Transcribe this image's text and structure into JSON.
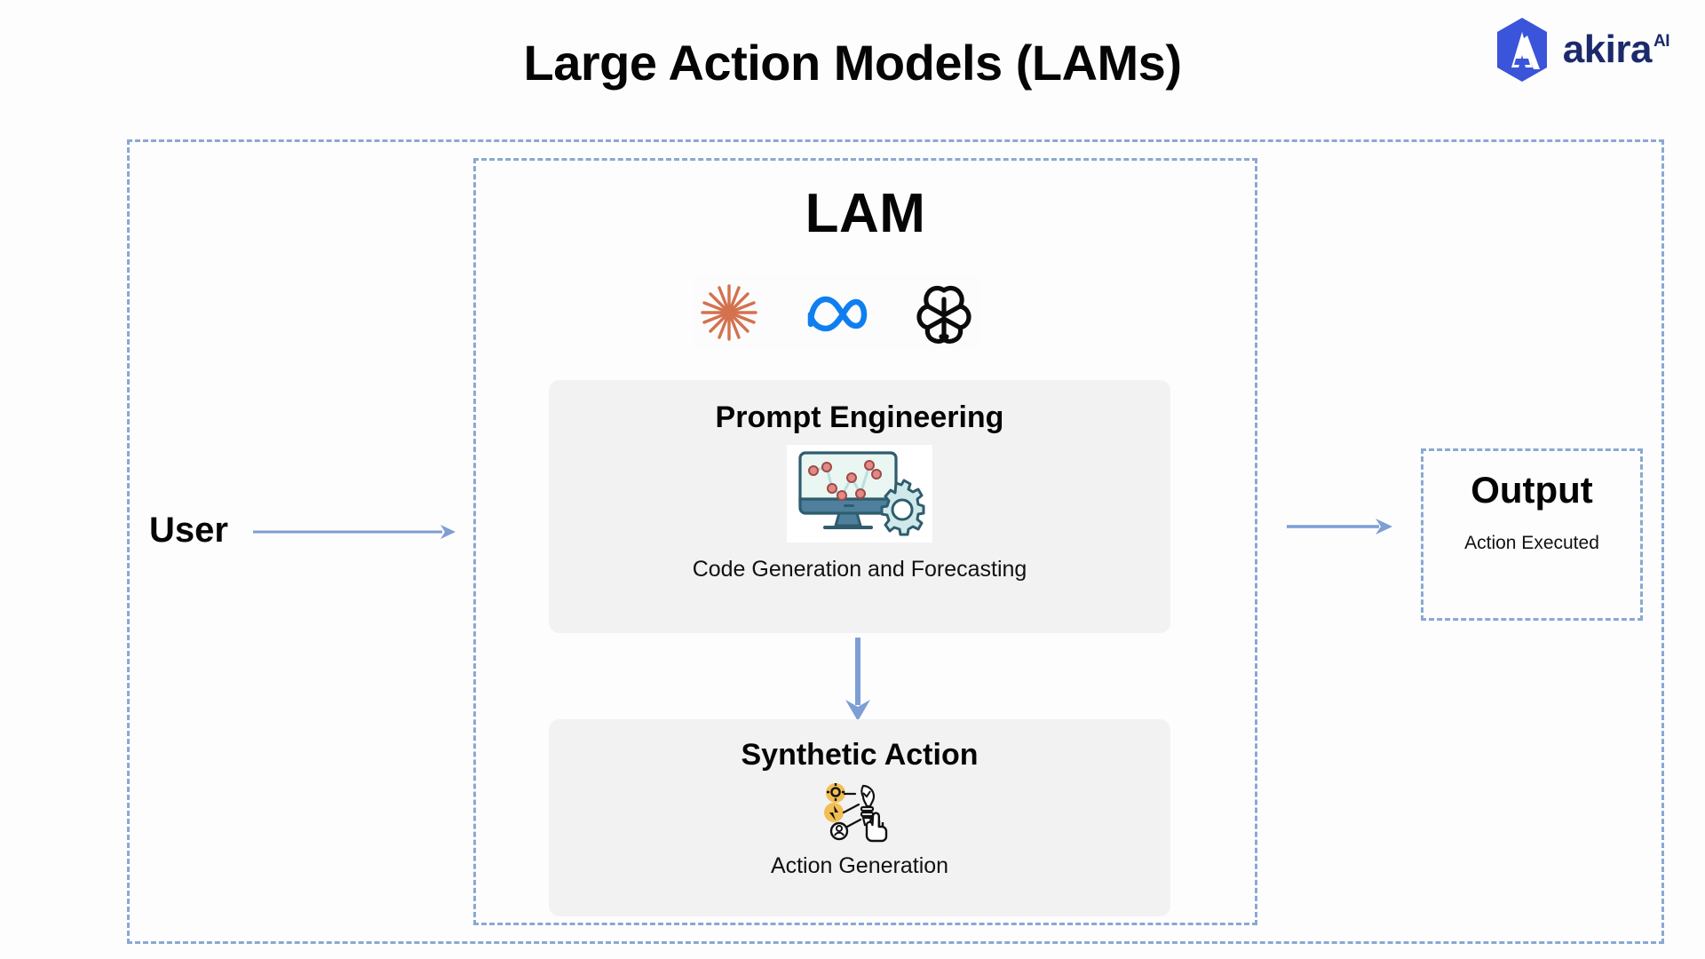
{
  "page": {
    "title": "Large Action Models (LAMs)",
    "background_color": "#fdfdfd",
    "accent_color": "#8aa8d4",
    "card_background": "#f2f2f3"
  },
  "brand": {
    "name": "akira",
    "superscript": "AI",
    "mark_icon": "akira-hexagon-logo",
    "mark_color": "#3a55d9",
    "text_color": "#1b2a6b"
  },
  "flow": {
    "user_label": "User",
    "arrow_user_icon": "arrow-right-icon",
    "arrow_output_icon": "arrow-right-icon",
    "arrow_down_icon": "arrow-down-icon",
    "arrow_color": "#7e9ed4"
  },
  "lam": {
    "heading": "LAM",
    "model_logos": [
      {
        "name": "anthropic-logo",
        "color": "#d4714f"
      },
      {
        "name": "meta-logo",
        "color": "#0f7ff0"
      },
      {
        "name": "openai-logo",
        "color": "#0b0b0b"
      }
    ],
    "cards": [
      {
        "title": "Prompt Engineering",
        "subtitle": "Code Generation and Forecasting",
        "icon": "monitor-chart-gear-icon"
      },
      {
        "title": "Synthetic Action",
        "subtitle": "Action Generation",
        "icon": "lightbulb-hand-action-icon"
      }
    ]
  },
  "output": {
    "title": "Output",
    "subtitle": "Action Executed"
  }
}
